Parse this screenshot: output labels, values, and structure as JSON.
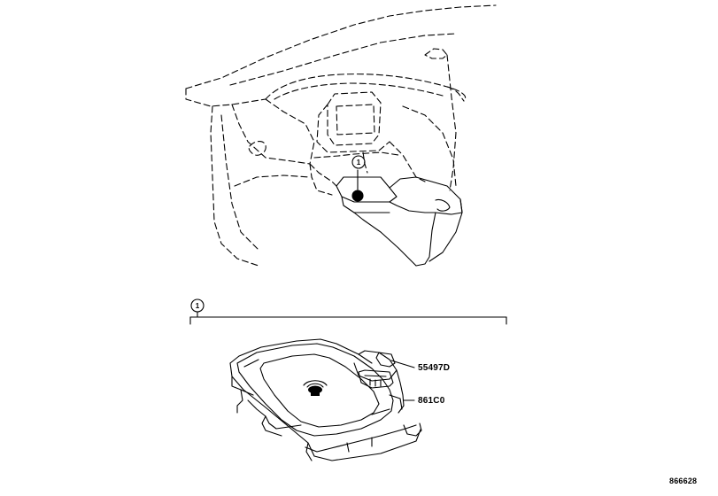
{
  "diagram": {
    "callout_number": "1",
    "parts": [
      {
        "part_no": "55497D"
      },
      {
        "part_no": "861C0"
      }
    ],
    "illustration_id": "866628",
    "icons": [
      "wireless-charging-icon"
    ]
  }
}
